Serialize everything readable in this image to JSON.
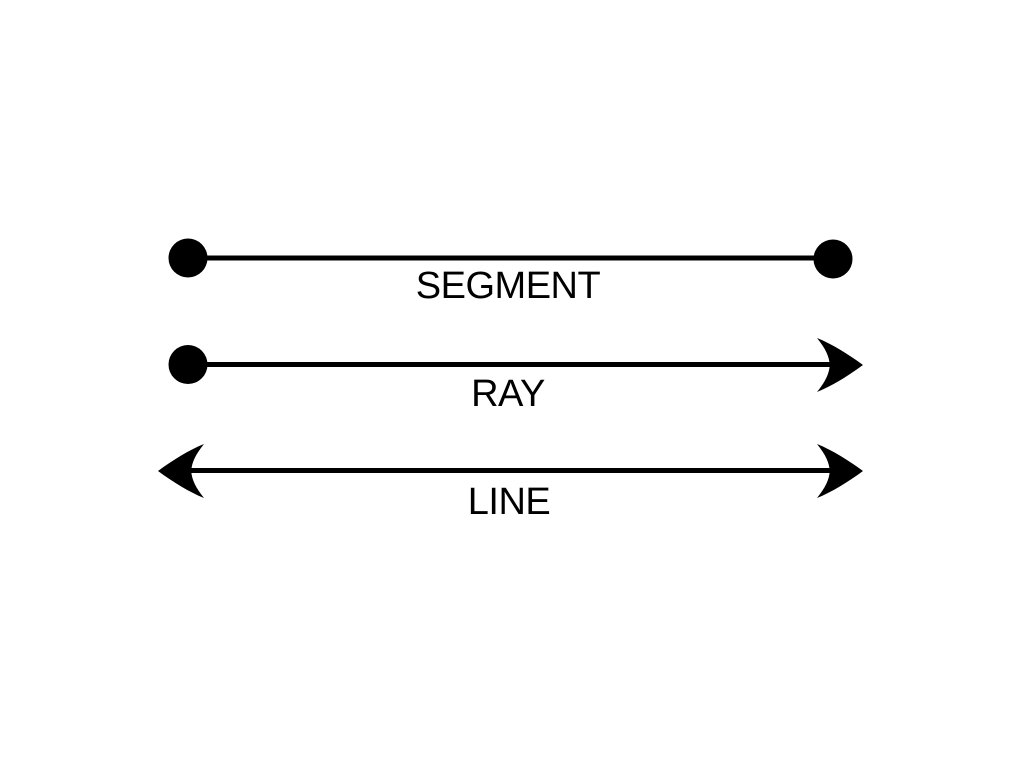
{
  "diagram": {
    "title": "segment-ray-line geometry diagram",
    "background_color": "#ffffff",
    "ink_color": "#000000",
    "rows": [
      {
        "label": "SEGMENT",
        "left_end": "dot",
        "right_end": "dot"
      },
      {
        "label": "RAY",
        "left_end": "dot",
        "right_end": "arrow"
      },
      {
        "label": "LINE",
        "left_end": "arrow",
        "right_end": "arrow"
      }
    ]
  }
}
